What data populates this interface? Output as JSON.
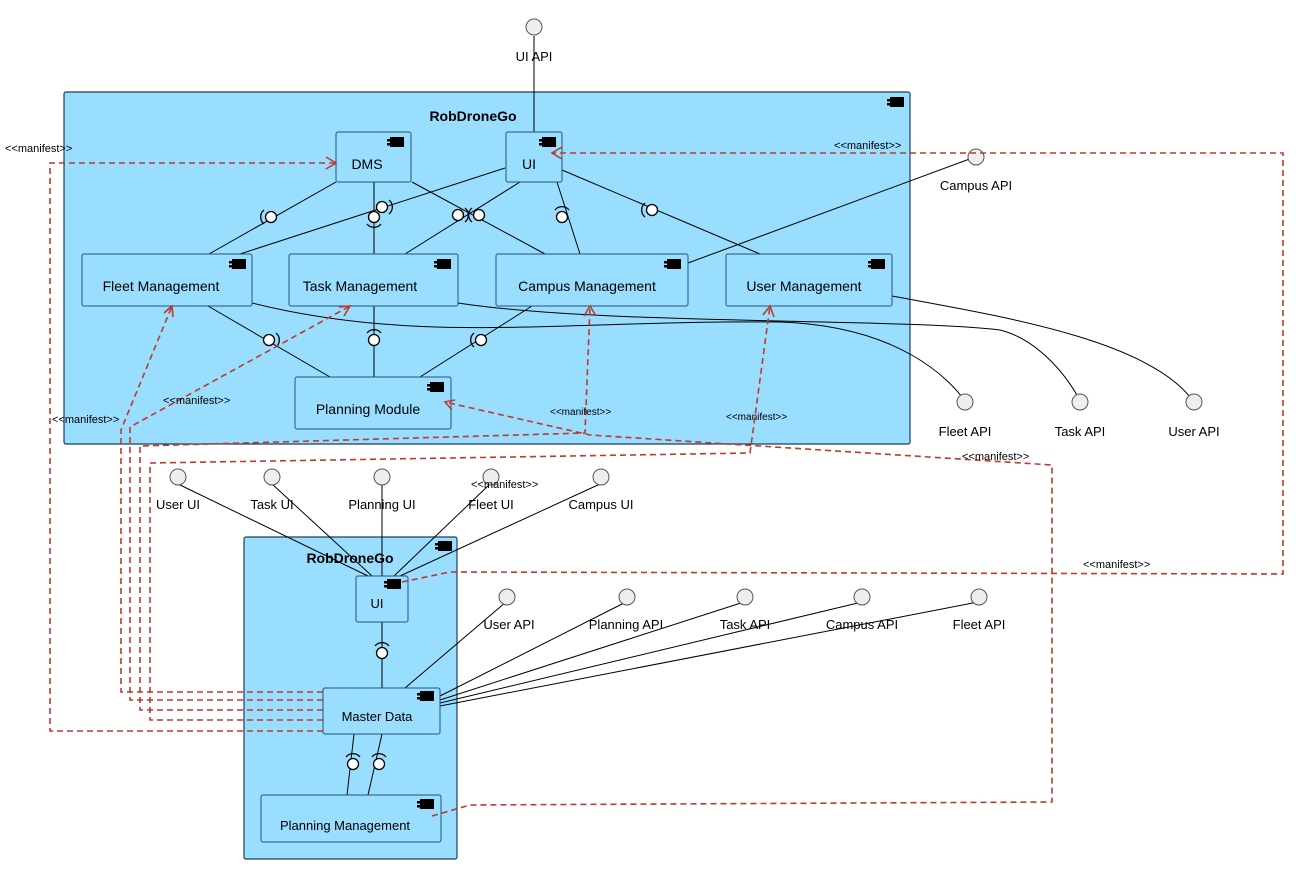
{
  "top_system": {
    "title": "RobDroneGo",
    "components": {
      "dms": "DMS",
      "ui": "UI",
      "fleet": "Fleet Management",
      "task": "Task Management",
      "campus": "Campus Management",
      "user": "User Management",
      "planning": "Planning Module"
    },
    "interfaces": {
      "ui_api": "UI API",
      "campus_api": "Campus API",
      "fleet_api": "Fleet API",
      "task_api": "Task API",
      "user_api": "User API"
    }
  },
  "bottom_system": {
    "title": "RobDroneGo",
    "components": {
      "ui": "UI",
      "master_data": "Master Data",
      "planning_mgmt": "Planning Management"
    },
    "ui_interfaces": {
      "user_ui": "User UI",
      "task_ui": "Task UI",
      "planning_ui": "Planning UI",
      "fleet_ui": "Fleet UI",
      "campus_ui": "Campus UI"
    },
    "api_interfaces": {
      "user_api": "User API",
      "planning_api": "Planning API",
      "task_api": "Task API",
      "campus_api": "Campus API",
      "fleet_api": "Fleet API"
    }
  },
  "manifest": {
    "dms": "<<manifest>>",
    "ui": "<<manifest>>",
    "fleet": "<<manifest>>",
    "task": "<<manifest>>",
    "campus": "<<manifest>>",
    "user": "<<manifest>>",
    "planning": "<<manifest>>",
    "fleet_ui": "<<manifest>>",
    "bottom_ui": "<<manifest>>"
  },
  "colors": {
    "component_fill": "#99ddff",
    "manifest_line": "#c0392b"
  }
}
